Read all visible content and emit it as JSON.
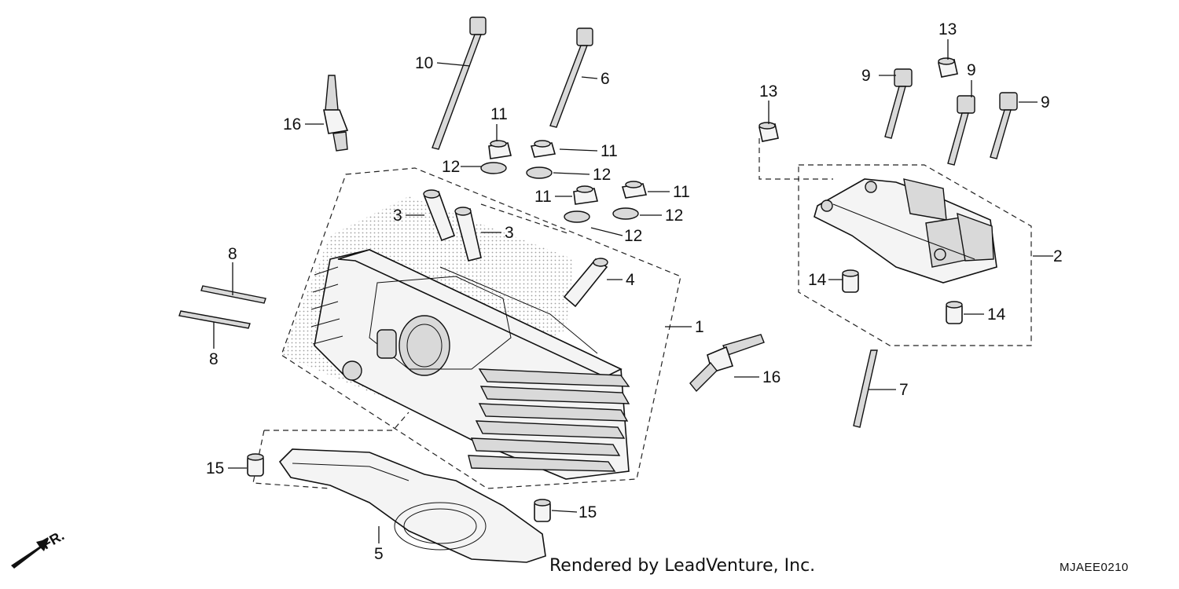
{
  "callouts": {
    "c1": "1",
    "c2": "2",
    "c3a": "3",
    "c3b": "3",
    "c4": "4",
    "c5": "5",
    "c6": "6",
    "c7": "7",
    "c8a": "8",
    "c8b": "8",
    "c9a": "9",
    "c9b": "9",
    "c9c": "9",
    "c10": "10",
    "c11a": "11",
    "c11b": "11",
    "c11c": "11",
    "c11d": "11",
    "c12a": "12",
    "c12b": "12",
    "c12c": "12",
    "c12d": "12",
    "c13a": "13",
    "c13b": "13",
    "c14a": "14",
    "c14b": "14",
    "c15a": "15",
    "c15b": "15",
    "c16a": "16",
    "c16b": "16"
  },
  "direction_marker": "FR.",
  "footer": {
    "credit": "Rendered by LeadVenture, Inc.",
    "code": "MJAEE0210"
  }
}
